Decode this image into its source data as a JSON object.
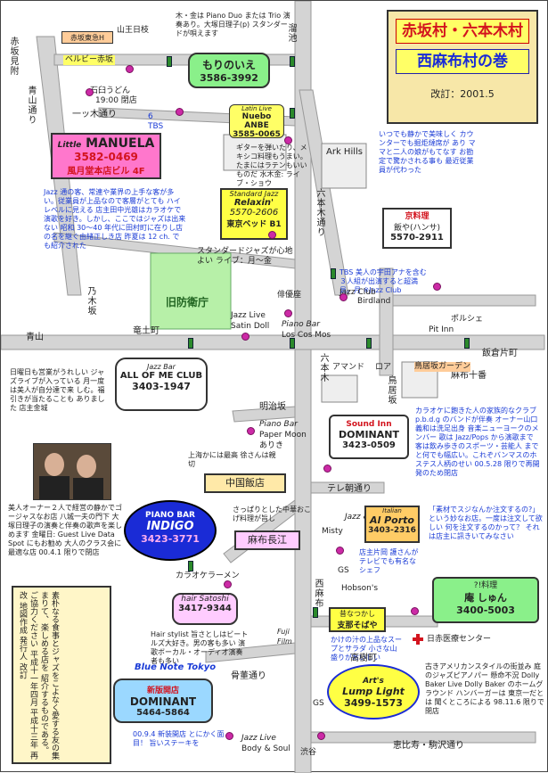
{
  "title": {
    "line1": "赤坂村・六本木村",
    "line2": "西麻布村の巻",
    "revision": "改訂：2001.5"
  },
  "roads": {
    "aoyama_dori_v": "青山通り",
    "aoyama": "青山",
    "nogizaka": "乃木坂",
    "roppongi_dori": "六本木通り",
    "gaien_higashi": "溜池",
    "akasaka_mitsuke": "赤坂見附",
    "ryudo": "竜土町",
    "iikura": "飯倉片町",
    "azabu_juban": "麻布十番",
    "roppongi": "六本木",
    "meijizaka": "明治坂",
    "terebiasa": "テレ朝通り",
    "nishiazabu": "西麻布",
    "kotto": "骨董通り",
    "koryodai": "高樹町",
    "ebisu": "恵比寿・駒沢通り",
    "shibuya": "渋谷",
    "hitotsugi": "一ッ木通り",
    "torii_zaka": "鳥居坂",
    "gs": "GS",
    "tbs_label": "TBS",
    "ikura_label": "ロア",
    "gaien_label": "鳥居坂",
    "route_number": "6\nTBS"
  },
  "landmarks": {
    "defense_agency": "旧防衛庁",
    "ark_hills": "Ark Hills",
    "haiyuza": "俳優座",
    "almond": "アマンド",
    "roa": "ロア",
    "porsche": "ポルシェ",
    "pit_inn": "Pit Inn",
    "nagasaka_garden": "鳥居坂ガーデン",
    "akasaka_tokyu": "赤坂東急H",
    "bellevie": "ベルビー赤坂",
    "sanno_h": "山王日枝",
    "nippon_ika": "日赤医療センター",
    "birdland": "Birdland",
    "jazz_club": "Jazz Club",
    "satin_doll": "Satin Doll",
    "jazz_live_satin": "Jazz Live",
    "los_cos_mos": "Los Cos Mos",
    "piano_bar_los": "Piano Bar",
    "paper_moon": "Paper Moon",
    "paper_moon_sub": "ありき",
    "piano_bar_paper": "Piano Bar",
    "hobsons": "Hobson's",
    "fuji_film": "Fuji Film",
    "misty": "Misty",
    "jazz_wine": "Jazz & Wine",
    "body_soul": "Body & Soul",
    "jazz_live_body": "Jazz Live",
    "blue_note": "Blue Note Tokyo",
    "karaoke": "カラオケラーメン",
    "udon": "石臼うどん",
    "udon_note": "19:00 閉店"
  },
  "venues": {
    "morinoie": {
      "name": "もりのいえ",
      "phone": "3586-3992"
    },
    "anbe": {
      "tag": "Latin Live",
      "name": "Nuebo ANBE",
      "phone": "3585-0065"
    },
    "manuela": {
      "tag": "Little",
      "name": "MANUELA",
      "phone": "3582-0469",
      "addr": "風月堂本店ビル 4F"
    },
    "relaxin": {
      "tag": "Standard Jazz",
      "name": "Relaxin'",
      "phone": "5570-2606",
      "addr": "東京ベッド B1"
    },
    "hansa": {
      "tag": "京料理",
      "name": "飯や(ハンサ)",
      "phone": "5570-2911"
    },
    "allofme": {
      "tag": "Jazz Bar",
      "name": "ALL OF ME CLUB",
      "phone": "3403-1947"
    },
    "dominant_sound": {
      "tag": "Sound Inn",
      "name": "DOMINANT",
      "phone": "3423-0509"
    },
    "chugoku": {
      "name": "中国飯店"
    },
    "azabu_chokou": {
      "name": "麻布長江"
    },
    "indigo": {
      "tag": "PIANO BAR",
      "name": "INDIGO",
      "phone": "3423-3771"
    },
    "alporto": {
      "tag": "Italian",
      "name": "Al Porto",
      "phone": "3403-2316"
    },
    "shun": {
      "tag": "?!料理",
      "name": "庵 しゅん",
      "phone": "3400-5003"
    },
    "satoshi": {
      "tag": "hair Satoshi",
      "phone": "3417-9344"
    },
    "sobaya": {
      "tag": "昔なつかし",
      "name": "支那そばや"
    },
    "dominant_new": {
      "tag": "新版開店",
      "name": "DOMINANT",
      "phone": "5464-5864"
    },
    "lumplight": {
      "tag": "Art's",
      "name": "Lump Light",
      "phone": "3499-1573"
    }
  },
  "notes": {
    "mori": "木・金は Piano Duo または Trio 演奏あり。大塚日理子(p) スタンダードが唄えます",
    "anbe": "ギターを弾いたり、メキシコ料理もうまい。たまにはラテンもいいものだ 水木金: ライブ・ショウ",
    "manuela": "Jazz 通の客、常連や業界の上手な客が多い。従業員が上品なので客層がとても ハイレベルに見える 店主田中光雄はカラオケで演歌を好き。しかし、ここではジャズは出来ない 昭和 30〜40 年代に田村町に在りし店の名を継ぐ由緒正しき店 昨夏は 12 ch. でも紹介された",
    "relaxin": "スタンダードジャズが心地よい ライブ：月〜金",
    "hansa": "いつでも静かで美味しく カウンターでも掘炬燵席が あり ママと二人の娘がもてなす お勘定で驚かされる事も 最近従業員が代わった",
    "tbs": "TBS 美人の宇田アナを含む３人組が出演すると超満員。月 ※Jazz Club",
    "allofme": "日曜日も営業がうれしい ジャズライブが入っている 月一度は美人が自分達で来 しむ。福引きが当たることも ありました 店主金城",
    "dominant_sound": "カラオケに飽きた人の家族的なクラブ p.b.d.g のバンドが伴奏 オーナー山口義和は洗足出身 音楽ニューヨークのメンバー 歌は Jazz/Pops から演歌まで 客は飲み歩きのスポーツ・芸能人 まで と何でも幅広い。これぞバンマスのホステス人柄のせい 00.5.28 限りで再開発のため閉店",
    "chugoku": "上海かには最高 徐さんは親切",
    "azabu": "さっぱりとした中華おこげ料理が旨し",
    "indigo": "美人オーナー２人で経営の静かでゴージャスなお店 八城一夫の門下 大塚日理子の演奏と伴奏の歌声を楽しめます 金曜日: Guest Live Data Spot にもお勧め 大人のクラス会に最適な店 00.4.1 限りで閉店",
    "alporto": "店主片岡 護さんがテレビでも有名なシェフ",
    "shun": "「素材でスジなんか注文するの?」という妙なお店。一度は注文して欲しい 何を注文するのかって？ それは店主に訊きいてみなさい",
    "satoshi": "Hair stylist 旨さとしはビートルズ大好き。男の客も多い 演歌ボーカル・オーディオ演奏者も多い",
    "sobaya": "かけの汁の上品なスープとサラダ 小さな山盛りがおいしい",
    "dominant_new": "00.9.4 新装開店 とにかく面目！ 旨いステーキを",
    "lumplight": "古きアメリカンスタイルの街並み 庭のジャズピアノパー 懸命不況 Dolly Baker Live Dolly Baker のホームグラウンド ハンバーガーは 東京一だとは 聞くところによる 98.11.6 限りで閉店",
    "vertical": "素朴なる食事とジャズをこよなく愛する友の集まりて、楽しめる店を 紹介するものである。ご協力ください 平成十一年四月 平成十三年 再改 地図作成 発行人 改訂"
  },
  "colors": {
    "road": "#bdbdbd",
    "road_edge": "#555555",
    "accent_pink": "#ff66cc",
    "accent_green": "#8af08a",
    "accent_yellow": "#ffff44",
    "accent_blue": "#1a2bd6",
    "defense_green": "#b7f0a8",
    "title_bg": "#f7e7a8"
  }
}
